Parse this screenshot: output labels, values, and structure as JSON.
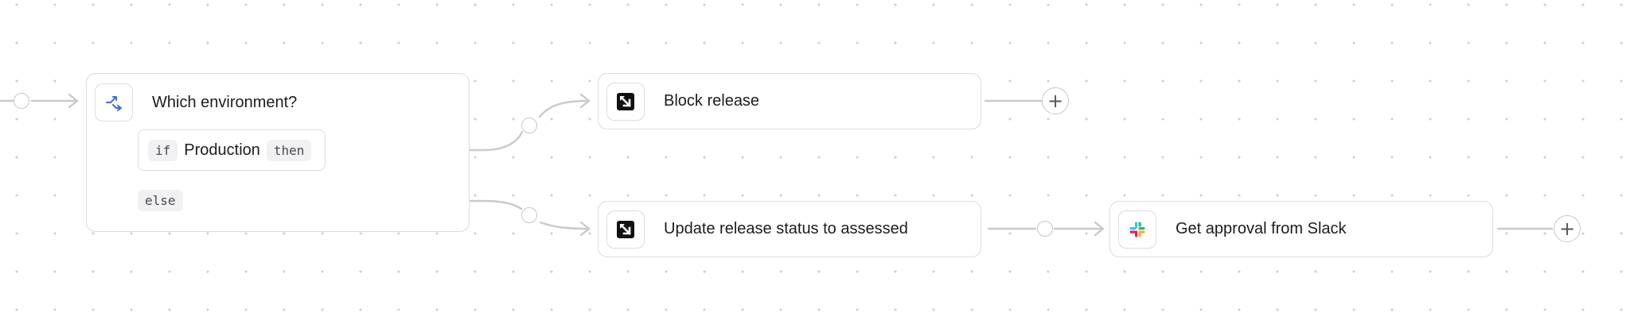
{
  "branch": {
    "title": "Which environment?",
    "icon": "branch-icon",
    "condition": {
      "if_label": "if",
      "value": "Production",
      "then_label": "then"
    },
    "else_label": "else"
  },
  "steps": [
    {
      "label": "Block release",
      "icon": "incident-logo-icon"
    },
    {
      "label": "Update release status to assessed",
      "icon": "incident-logo-icon"
    },
    {
      "label": "Get approval from Slack",
      "icon": "slack-icon"
    }
  ],
  "add_step_symbol": "+",
  "colors": {
    "accent": "#3b6fd8",
    "border": "#dcdce0",
    "wire": "#c7c7cc"
  }
}
